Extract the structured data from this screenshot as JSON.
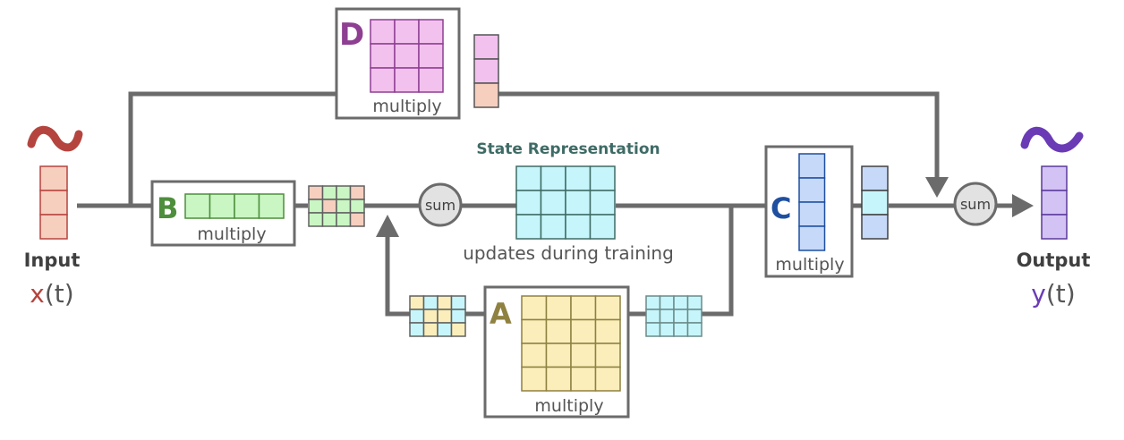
{
  "input": {
    "label": "Input",
    "var": "x",
    "arg": "(t)",
    "color": "#b5443f",
    "cell_fill": "#f6cfbf",
    "cells": 3
  },
  "output": {
    "label": "Output",
    "var": "y",
    "arg": "(t)",
    "color": "#6a3bb5",
    "cell_fill": "#d3c3f5",
    "cells": 3
  },
  "matrices": {
    "D": {
      "letter": "D",
      "op": "multiply",
      "color": "#8e3f92",
      "fill": "#f2c1ee",
      "rows": 3,
      "cols": 3
    },
    "B": {
      "letter": "B",
      "op": "multiply",
      "color": "#4e8e3c",
      "fill": "#c9f6c3",
      "rows": 1,
      "cols": 4
    },
    "A": {
      "letter": "A",
      "op": "multiply",
      "color": "#8f8140",
      "fill": "#fbeebb",
      "rows": 4,
      "cols": 4
    },
    "C": {
      "letter": "C",
      "op": "multiply",
      "color": "#1f4fa0",
      "fill": "#c6d9f9",
      "rows": 4,
      "cols": 1
    }
  },
  "intermediates": {
    "d_out": {
      "cells": [
        "P",
        "P",
        "O"
      ]
    },
    "b_out": {
      "grid": [
        [
          "O",
          "G",
          "G",
          "O"
        ],
        [
          "G",
          "O",
          "G",
          "G"
        ],
        [
          "G",
          "G",
          "G",
          "O"
        ]
      ]
    },
    "a_in": {
      "grid": [
        [
          "Y",
          "C",
          "Y",
          "C"
        ],
        [
          "C",
          "Y",
          "Y",
          "C"
        ],
        [
          "C",
          "Y",
          "C",
          "Y"
        ]
      ]
    },
    "a_out": {
      "grid": [
        [
          "C",
          "C",
          "C",
          "C"
        ],
        [
          "C",
          "C",
          "C",
          "C"
        ],
        [
          "C",
          "C",
          "C",
          "C"
        ]
      ]
    },
    "c_out": {
      "cells": [
        "L",
        "C",
        "L"
      ]
    }
  },
  "palette": {
    "P": "#f2c1ee",
    "O": "#f6cfbf",
    "G": "#c9f6c3",
    "Y": "#fbeebb",
    "C": "#c6f6fb",
    "L": "#c6d9f9"
  },
  "state": {
    "title": "State Representation",
    "subtitle": "updates during training",
    "title_color": "#3f6b66",
    "fill": "#c6f6fb",
    "rows": 3,
    "cols": 4
  },
  "sum_nodes": [
    {
      "label": "sum"
    },
    {
      "label": "sum"
    }
  ],
  "line_color": "#6b6b6b"
}
